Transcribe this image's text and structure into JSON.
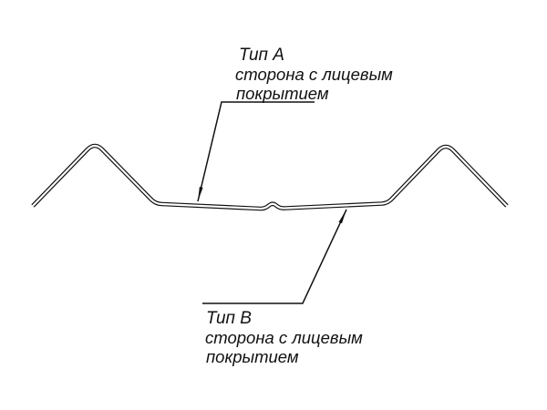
{
  "drawing": {
    "title": "profile-cross-section",
    "colors": {
      "line": "#1a1a1a",
      "background": "#ffffff"
    }
  },
  "labels": {
    "top": {
      "line1": "Тип А",
      "line2": "сторона с лицевым",
      "line3": "покрытием"
    },
    "bottom": {
      "line1": "Тип В",
      "line2": "сторона с лицевым",
      "line3": "покрытием"
    }
  }
}
